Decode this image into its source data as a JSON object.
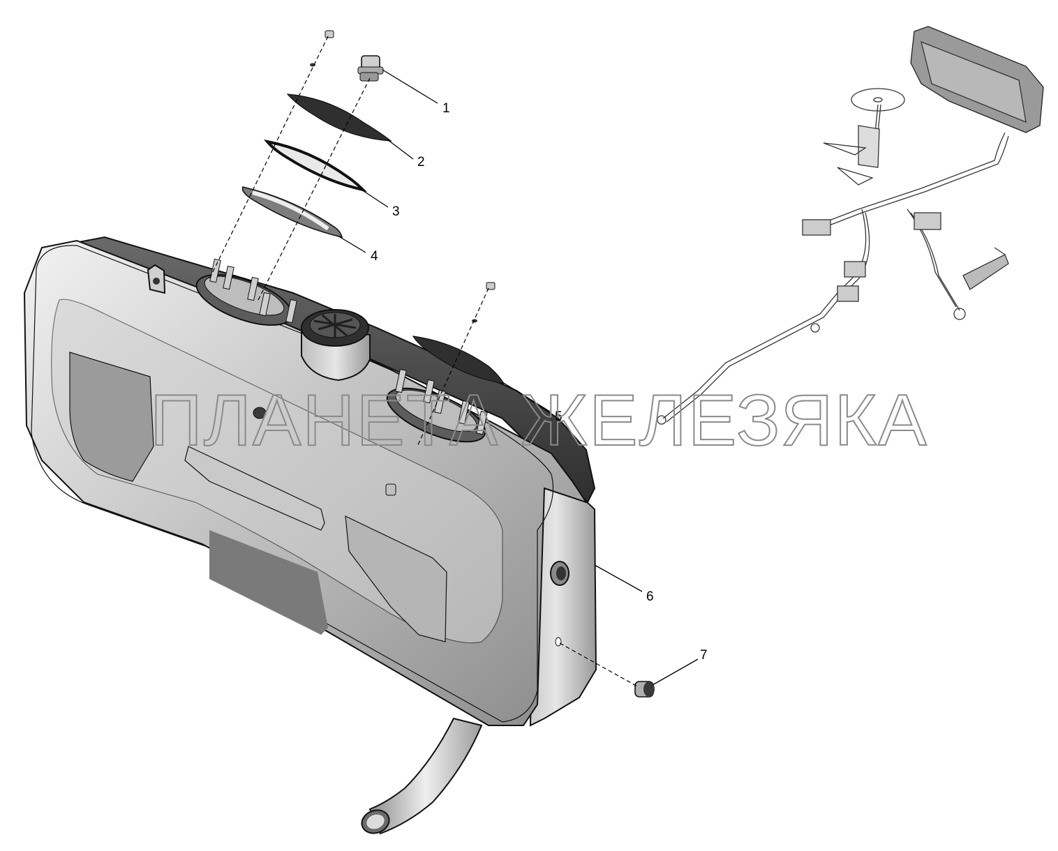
{
  "watermark": "ПЛАНЕТА ЖЕЛЕЗЯКА",
  "callouts": [
    "1",
    "2",
    "3",
    "4",
    "5",
    "6",
    "7"
  ],
  "colors": {
    "line": "#111111",
    "tank_light": "#dcdcdc",
    "tank_mid": "#a9a9a9",
    "tank_dark": "#5e5e5e",
    "gasket": "#3a3a3a",
    "watermark_stroke": "#8a8a8a"
  }
}
